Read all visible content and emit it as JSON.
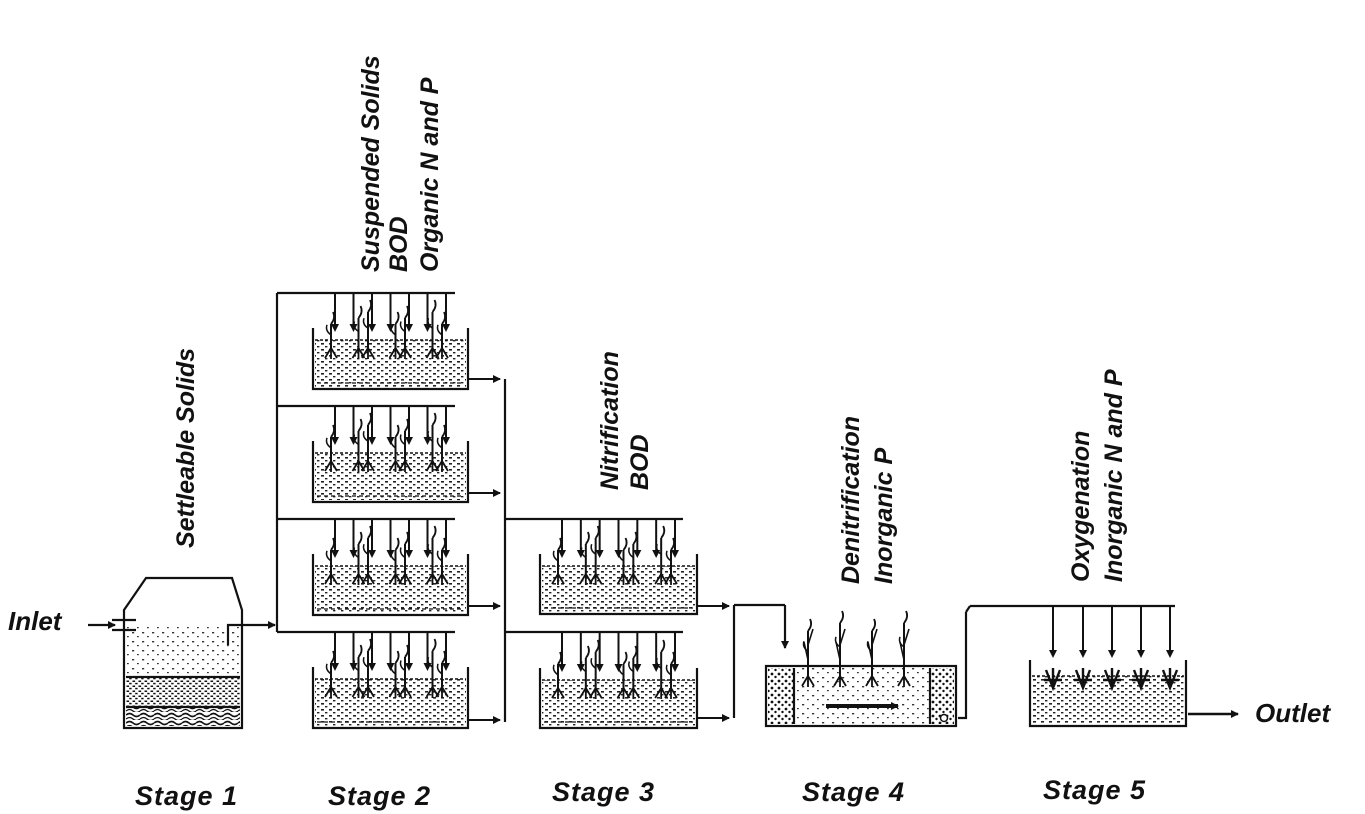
{
  "inlet": "Inlet",
  "outlet": "Outlet",
  "stages": {
    "s1": "Stage 1",
    "s2": "Stage 2",
    "s3": "Stage 3",
    "s4": "Stage 4",
    "s5": "Stage 5"
  },
  "removals": {
    "stage1": [
      "Settleable Solids"
    ],
    "stage2": [
      "Suspended Solids",
      "BOD",
      "Organic N and P"
    ],
    "stage3": [
      "Nitrification",
      "BOD"
    ],
    "stage4": [
      "Denitrification",
      "Inorganic P"
    ],
    "stage5": [
      "Oxygenation",
      "Inorganic N and P"
    ]
  }
}
